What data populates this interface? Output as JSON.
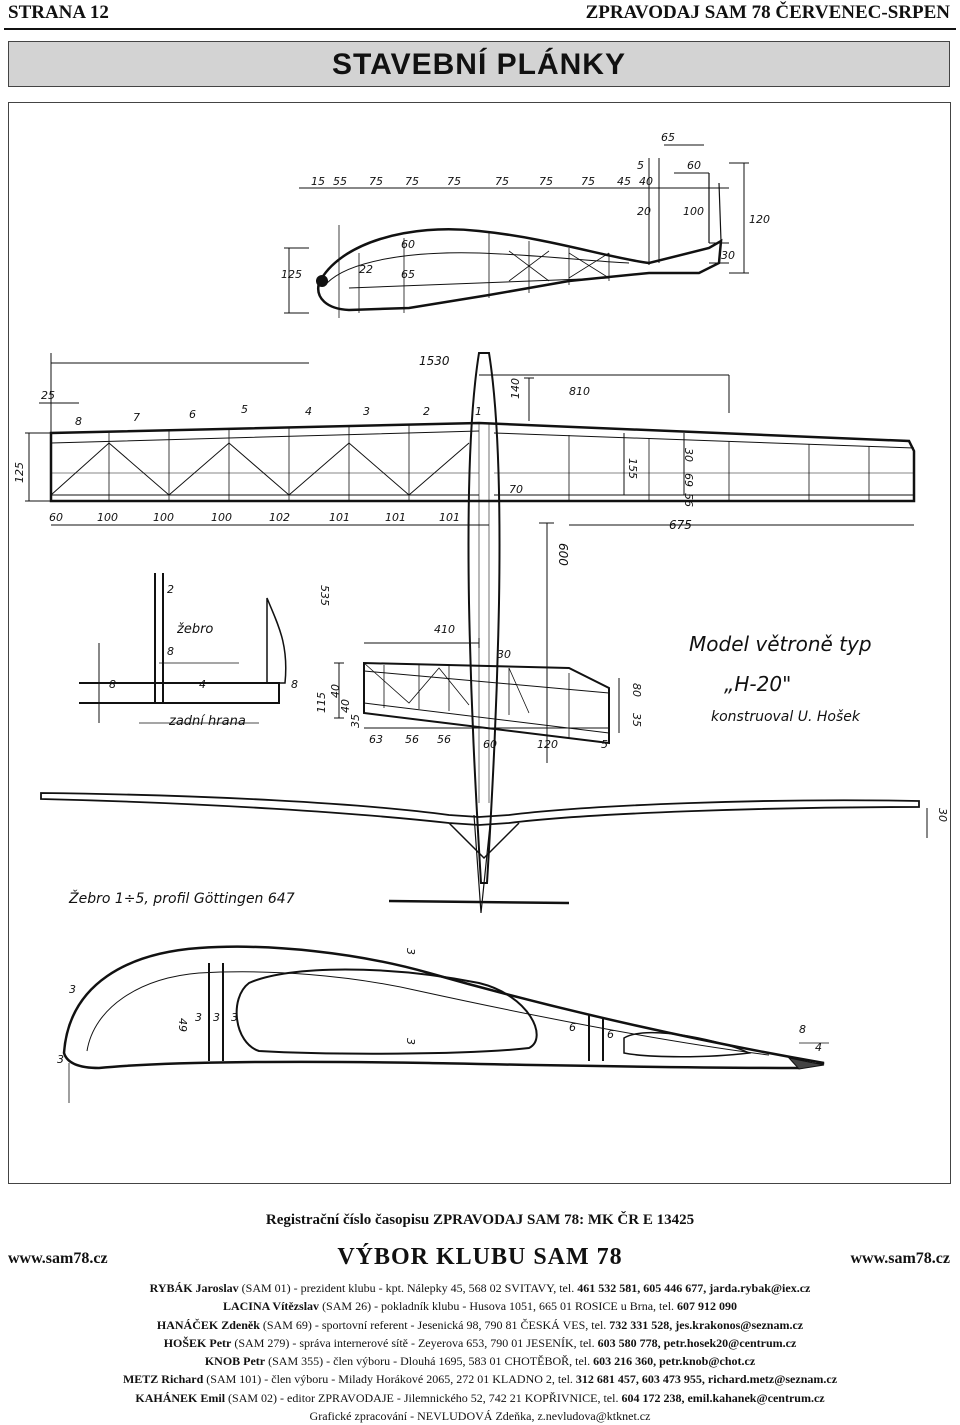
{
  "header": {
    "page": "STRANA 12",
    "journal": "ZPRAVODAJ SAM 78 ČERVENEC-SRPEN"
  },
  "title": "STAVEBNÍ PLÁNKY",
  "drawing": {
    "model_title": "Model větroně typ",
    "model_name": "„H-20\"",
    "designer": "konstruoval U. Hošek",
    "rib_caption": "Žebro 1÷5, profil Göttingen 647",
    "detail_rib": "žebro",
    "detail_edge": "zadní hrana",
    "dims": {
      "fuse_top": [
        "15",
        "55",
        "75",
        "75",
        "75",
        "75",
        "75",
        "75",
        "45",
        "40"
      ],
      "fuse_right": [
        "65",
        "60",
        "5",
        "20",
        "100",
        "120",
        "30"
      ],
      "fuse_left": [
        "125",
        "22",
        "65",
        "60"
      ],
      "wing_span_half": "1530",
      "wing_root_chord": "140",
      "wing_right": "810",
      "wing_tip_span": "675",
      "wing_left_tip": "25",
      "wing_height": "125",
      "wing_ribs": [
        "8",
        "7",
        "6",
        "5",
        "4",
        "3",
        "2",
        "1"
      ],
      "wing_bottom": [
        "60",
        "100",
        "100",
        "100",
        "102",
        "101",
        "101",
        "101"
      ],
      "wing_side": [
        "30",
        "69",
        "56",
        "155"
      ],
      "wing_root": "70",
      "fuse_length": "600",
      "tail_dist": "535",
      "stab_span": "410",
      "stab_root": "30",
      "stab_left": [
        "115",
        "40",
        "40",
        "35"
      ],
      "stab_bottom": [
        "63",
        "56",
        "56",
        "60",
        "120",
        "5"
      ],
      "stab_right": [
        "80",
        "35"
      ],
      "detail": [
        "2",
        "8",
        "8",
        "4",
        "8"
      ],
      "front_view": "30",
      "rib_dims": [
        "3",
        "3",
        "49",
        "3",
        "3",
        "3",
        "3",
        "3",
        "6",
        "8",
        "4",
        "6"
      ]
    }
  },
  "footer": {
    "registration": "Registrační číslo časopisu ZPRAVODAJ SAM 78: MK ČR E 13425",
    "www_left": "www.sam78.cz",
    "www_right": "www.sam78.cz",
    "committee": "VÝBOR KLUBU SAM 78",
    "members": [
      {
        "name": "RYBÁK Jaroslav",
        "role": "(SAM 01) - prezident klubu - kpt. Nálepky 45, 568 02 SVITAVY, tel.",
        "contact": "461 532 581, 605 446 677, jarda.rybak@iex.cz"
      },
      {
        "name": "LACINA Vítězslav",
        "role": "(SAM 26) - pokladník klubu - Husova 1051, 665 01 ROSICE u Brna, tel.",
        "contact": "607 912 090"
      },
      {
        "name": "HANÁČEK Zdeněk",
        "role": "(SAM 69) - sportovní referent - Jesenická 98, 790 81 ČESKÁ VES, tel.",
        "contact": "732 331 528, jes.krakonos@seznam.cz"
      },
      {
        "name": "HOŠEK Petr",
        "role": "(SAM 279) - správa internerové sítě - Zeyerova 653, 790 01 JESENÍK, tel.",
        "contact": "603 580 778, petr.hosek20@centrum.cz"
      },
      {
        "name": "KNOB Petr",
        "role": "(SAM 355) - člen výboru - Dlouhá 1695, 583 01 CHOTĚBOŘ, tel.",
        "contact": "603 216 360, petr.knob@chot.cz"
      },
      {
        "name": "METZ Richard",
        "role": "(SAM 101) - člen výboru - Milady Horákové 2065, 272 01 KLADNO 2, tel.",
        "contact": "312 681 457, 603 473 955, richard.metz@seznam.cz"
      },
      {
        "name": "KAHÁNEK Emil",
        "role": "(SAM 02) - editor ZPRAVODAJE - Jilemnického 52, 742 21 KOPŘIVNICE, tel.",
        "contact": "604 172 238, emil.kahanek@centrum.cz"
      }
    ],
    "graphics": "Grafické zpracování - NEVLUDOVÁ Zdeňka, z.nevludova@ktknet.cz"
  }
}
